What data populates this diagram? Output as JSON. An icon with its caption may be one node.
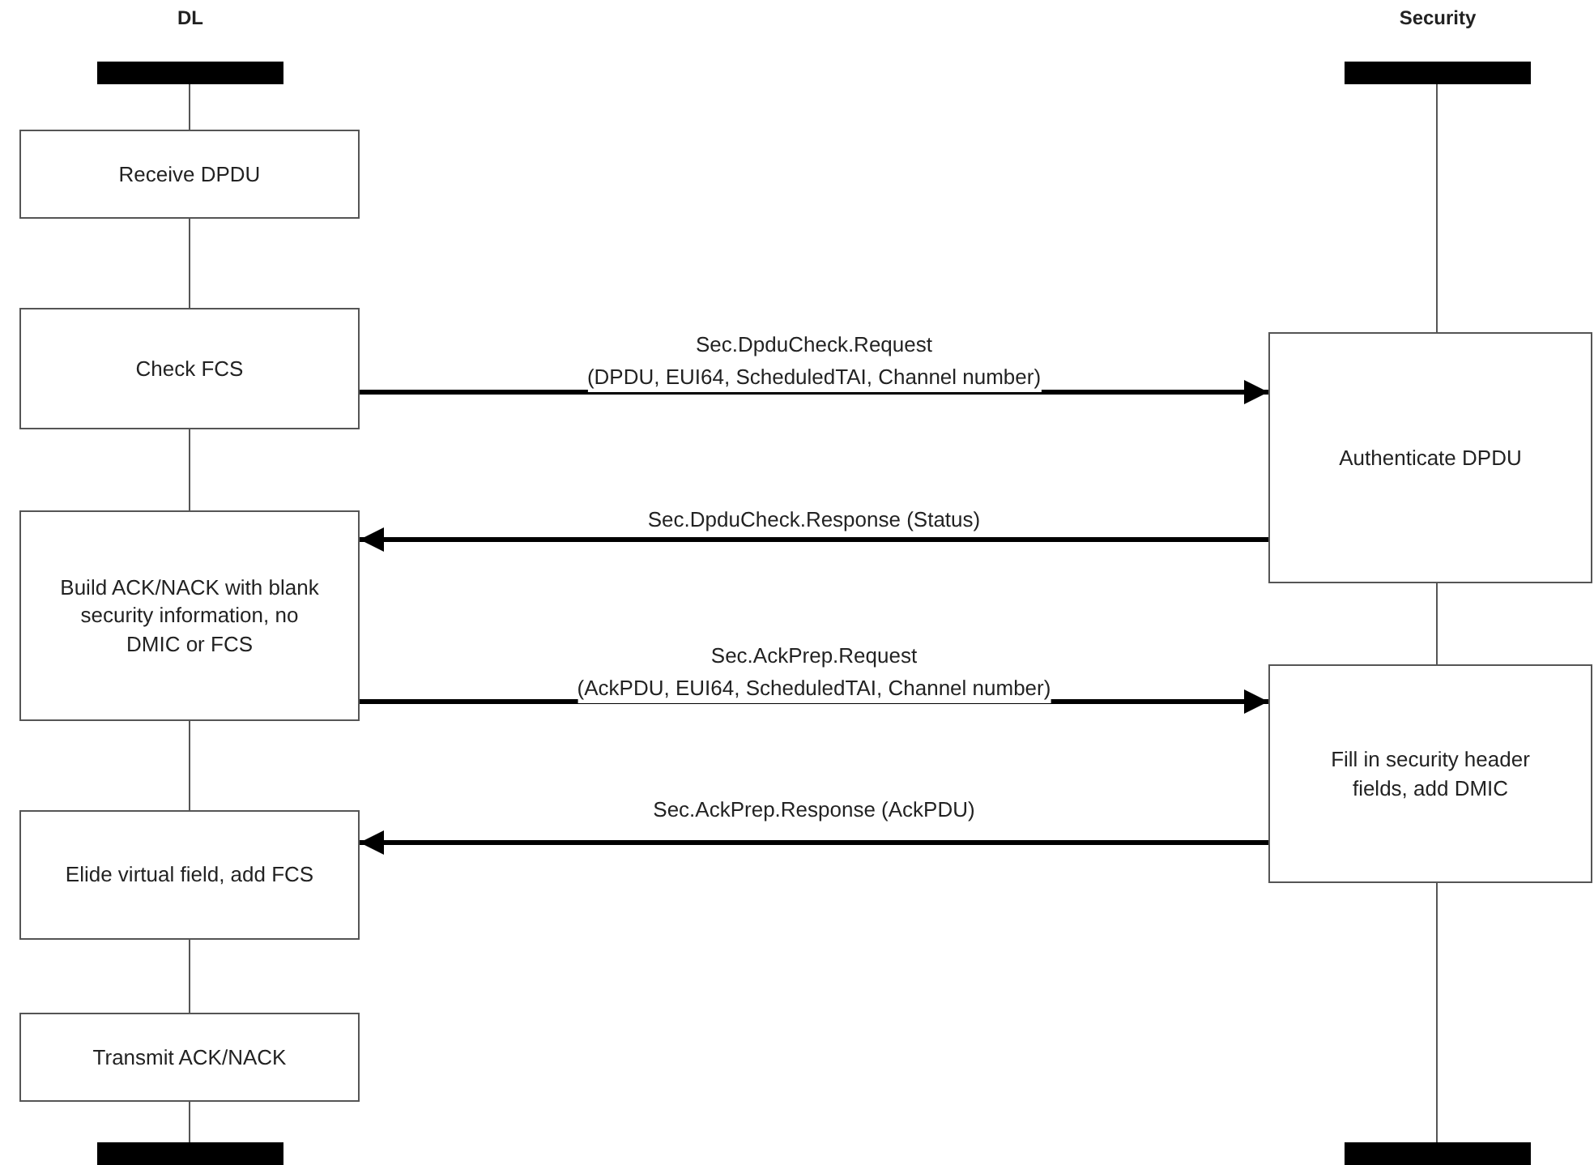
{
  "diagram": {
    "nodes": [
      {
        "text": [
          "DL"
        ]
      },
      {
        "text": [
          "Security"
        ]
      },
      {
        "text": [
          "Receive DPDU"
        ]
      },
      {
        "text": [
          "Check FCS"
        ]
      },
      {
        "text": [
          "Authenticate DPDU"
        ]
      },
      {
        "text": [
          "Build ACK/NACK with blank security information, no DMIC or FCS"
        ]
      },
      {
        "text": [
          "Fill in security header fields, add DMIC"
        ]
      },
      {
        "text": [
          "Elide virtual field, add FCS"
        ]
      },
      {
        "text": [
          "Transmit ACK/NACK"
        ]
      },
      {
        "text": [],
        "shape": "bar"
      },
      {
        "text": [],
        "shape": "bar"
      }
    ],
    "edges": [
      {
        "from": 0,
        "to": 2,
        "arrow": "none"
      },
      {
        "from": 2,
        "to": 3,
        "arrow": "none"
      },
      {
        "from": 3,
        "to": 5,
        "arrow": "none"
      },
      {
        "from": 5,
        "to": 7,
        "arrow": "none"
      },
      {
        "from": 7,
        "to": 8,
        "arrow": "none"
      },
      {
        "from": 8,
        "to": 9,
        "arrow": "none"
      },
      {
        "from": 1,
        "to": 4,
        "arrow": "none"
      },
      {
        "from": 4,
        "to": 6,
        "arrow": "none"
      },
      {
        "from": 6,
        "to": 10,
        "arrow": "none"
      },
      {
        "from": 3,
        "to": 4,
        "arrow": "to",
        "style": "thick",
        "label": "Sec.DpduCheck.Request (DPDU, EUI64, ScheduledTAI, Channel number)"
      },
      {
        "from": 4,
        "to": 5,
        "arrow": "to",
        "style": "thick",
        "label": "Sec.DpduCheck.Response (Status)"
      },
      {
        "from": 5,
        "to": 6,
        "arrow": "to",
        "style": "thick",
        "label": "Sec.AckPrep.Request (AckPDU, EUI64, ScheduledTAI, Channel number)"
      },
      {
        "from": 6,
        "to": 7,
        "arrow": "to",
        "style": "thick",
        "label": "Sec.AckPrep.Response (AckPDU)"
      }
    ]
  }
}
